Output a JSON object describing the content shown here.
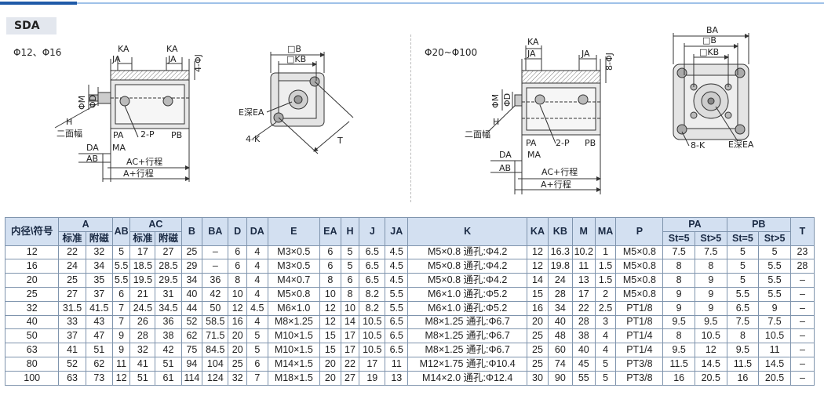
{
  "series_tag": "SDA",
  "left_diagram": {
    "bore_label": "Φ12、Φ16",
    "labels": {
      "ka1": "KA",
      "ka2": "KA",
      "ja1": "JA",
      "ja2": "JA",
      "j": "4-ΦJ",
      "m": "ΦM",
      "d": "ΦD",
      "h": "H",
      "two_faces": "二面幅",
      "p": "2-P",
      "pa": "PA",
      "pb": "PB",
      "da": "DA",
      "ma": "MA",
      "ab": "AB",
      "ac": "AC+行程",
      "a": "A+行程"
    }
  },
  "left_front": {
    "labels": {
      "b": "□B",
      "kb": "□KB",
      "ea": "E深EA",
      "k": "4-K",
      "t": "T"
    }
  },
  "right_diagram": {
    "bore_label": "Φ20~Φ100",
    "labels": {
      "ka": "KA",
      "ja1": "JA",
      "ja2": "JA",
      "j": "8-ΦJ",
      "m": "ΦM",
      "d": "ΦD",
      "h": "H",
      "two_faces": "二面幅",
      "pa": "PA",
      "p": "2-P",
      "pb": "PB",
      "da": "DA",
      "ma": "MA",
      "ab": "AB",
      "ac": "AC+行程",
      "a": "A+行程"
    }
  },
  "right_front": {
    "labels": {
      "ba": "BA",
      "b": "□B",
      "kb": "□KB",
      "k": "8-K",
      "ea": "E深EA"
    }
  },
  "table": {
    "header_row1": [
      "内径\\符号",
      "A",
      "AB",
      "AC",
      "B",
      "BA",
      "D",
      "DA",
      "E",
      "EA",
      "H",
      "J",
      "JA",
      "K",
      "KA",
      "KB",
      "M",
      "MA",
      "P",
      "PA",
      "PB",
      "T"
    ],
    "header_row2": [
      "标准",
      "附磁",
      "标准",
      "附磁",
      "St=5",
      "St>5",
      "St=5",
      "St>5"
    ],
    "rows": [
      [
        "12",
        "22",
        "32",
        "5",
        "17",
        "27",
        "25",
        "–",
        "6",
        "4",
        "M3×0.5",
        "6",
        "5",
        "6.5",
        "4.5",
        "M5×0.8 通孔:Φ4.2",
        "12",
        "16.3",
        "10.2",
        "1",
        "M5×0.8",
        "7.5",
        "7.5",
        "5",
        "5",
        "23"
      ],
      [
        "16",
        "24",
        "34",
        "5.5",
        "18.5",
        "28.5",
        "29",
        "–",
        "6",
        "4",
        "M3×0.5",
        "6",
        "5",
        "6.5",
        "4.5",
        "M5×0.8 通孔:Φ4.2",
        "12",
        "19.8",
        "11",
        "1.5",
        "M5×0.8",
        "8",
        "8",
        "5",
        "5.5",
        "28"
      ],
      [
        "20",
        "25",
        "35",
        "5.5",
        "19.5",
        "29.5",
        "34",
        "36",
        "8",
        "4",
        "M4×0.7",
        "8",
        "6",
        "6.5",
        "4.5",
        "M5×0.8 通孔:Φ4.2",
        "14",
        "24",
        "13",
        "1.5",
        "M5×0.8",
        "8",
        "9",
        "5",
        "5.5",
        "–"
      ],
      [
        "25",
        "27",
        "37",
        "6",
        "21",
        "31",
        "40",
        "42",
        "10",
        "4",
        "M5×0.8",
        "10",
        "8",
        "8.2",
        "5.5",
        "M6×1.0 通孔:Φ5.2",
        "15",
        "28",
        "17",
        "2",
        "M5×0.8",
        "9",
        "9",
        "5.5",
        "5.5",
        "–"
      ],
      [
        "32",
        "31.5",
        "41.5",
        "7",
        "24.5",
        "34.5",
        "44",
        "50",
        "12",
        "4.5",
        "M6×1.0",
        "12",
        "10",
        "8.2",
        "5.5",
        "M6×1.0 通孔:Φ5.2",
        "16",
        "34",
        "22",
        "2.5",
        "PT1/8",
        "9",
        "9",
        "6.5",
        "9",
        "–"
      ],
      [
        "40",
        "33",
        "43",
        "7",
        "26",
        "36",
        "52",
        "58.5",
        "16",
        "4",
        "M8×1.25",
        "12",
        "14",
        "10.5",
        "6.5",
        "M8×1.25 通孔:Φ6.7",
        "20",
        "40",
        "28",
        "3",
        "PT1/8",
        "9.5",
        "9.5",
        "7.5",
        "7.5",
        "–"
      ],
      [
        "50",
        "37",
        "47",
        "9",
        "28",
        "38",
        "62",
        "71.5",
        "20",
        "5",
        "M10×1.5",
        "15",
        "17",
        "10.5",
        "6.5",
        "M8×1.25 通孔:Φ6.7",
        "25",
        "48",
        "38",
        "4",
        "PT1/4",
        "8",
        "10.5",
        "8",
        "10.5",
        "–"
      ],
      [
        "63",
        "41",
        "51",
        "9",
        "32",
        "42",
        "75",
        "84.5",
        "20",
        "5",
        "M10×1.5",
        "15",
        "17",
        "10.5",
        "6.5",
        "M8×1.25 通孔:Φ6.7",
        "25",
        "60",
        "40",
        "4",
        "PT1/4",
        "9.5",
        "12",
        "9.5",
        "11",
        "–"
      ],
      [
        "80",
        "52",
        "62",
        "11",
        "41",
        "51",
        "94",
        "104",
        "25",
        "6",
        "M14×1.5",
        "20",
        "22",
        "17",
        "11",
        "M12×1.75 通孔:Φ10.4",
        "25",
        "74",
        "45",
        "5",
        "PT3/8",
        "11.5",
        "14.5",
        "11.5",
        "14.5",
        "–"
      ],
      [
        "100",
        "63",
        "73",
        "12",
        "51",
        "61",
        "114",
        "124",
        "32",
        "7",
        "M18×1.5",
        "20",
        "27",
        "19",
        "13",
        "M14×2.0 通孔:Φ12.4",
        "30",
        "90",
        "55",
        "5",
        "PT3/8",
        "16",
        "20.5",
        "16",
        "20.5",
        "–"
      ]
    ]
  }
}
